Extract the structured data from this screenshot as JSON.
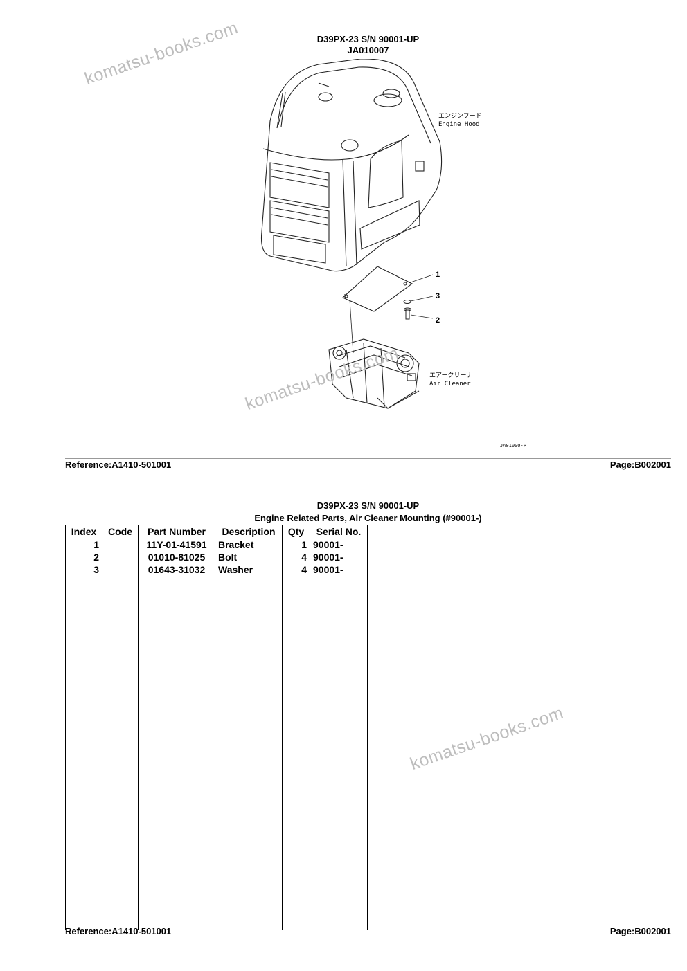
{
  "diagram_page": {
    "title": "D39PX-23 S/N 90001-UP",
    "subtitle": "JA010007",
    "reference": "Reference:A1410-501001",
    "page": "Page:B002001",
    "drawing_code": "JA01000-P",
    "labels": {
      "engine_hood_jp": "エンジンフード",
      "engine_hood_en": "Engine Hood",
      "air_cleaner_jp": "エアークリーナ",
      "air_cleaner_en": "Air Cleaner"
    },
    "callouts": [
      "1",
      "3",
      "2"
    ]
  },
  "parts_page": {
    "title": "D39PX-23 S/N 90001-UP",
    "subtitle": "Engine Related Parts, Air Cleaner Mounting (#90001-)",
    "reference": "Reference:A1410-501001",
    "page": "Page:B002001",
    "columns": [
      "Index",
      "Code",
      "Part Number",
      "Description",
      "Qty",
      "Serial No."
    ],
    "rows": [
      {
        "index": "1",
        "code": "",
        "part_number": "11Y-01-41591",
        "description": "Bracket",
        "qty": "1",
        "serial": "90001-"
      },
      {
        "index": "2",
        "code": "",
        "part_number": "01010-81025",
        "description": "Bolt",
        "qty": "4",
        "serial": "90001-"
      },
      {
        "index": "3",
        "code": "",
        "part_number": "01643-31032",
        "description": "Washer",
        "qty": "4",
        "serial": "90001-"
      }
    ]
  },
  "watermark": "komatsu-books.com"
}
